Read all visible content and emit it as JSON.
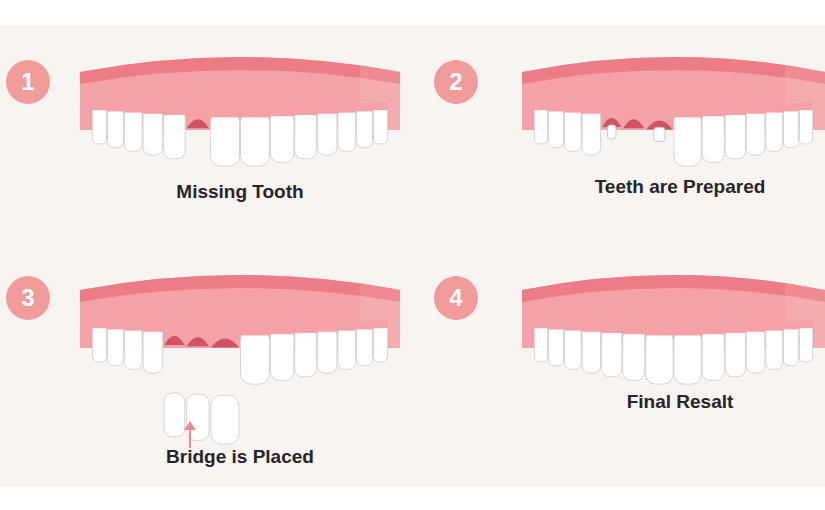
{
  "diagram": {
    "nodes": [
      {
        "text": [
          "1"
        ]
      },
      {
        "text": [
          "2"
        ]
      },
      {
        "text": [
          "3"
        ]
      },
      {
        "text": [
          "4"
        ]
      }
    ],
    "labels": [
      "Missing Tooth",
      "Teeth are Prepared",
      "Bridge is Placed",
      "Final Resalt"
    ]
  }
}
